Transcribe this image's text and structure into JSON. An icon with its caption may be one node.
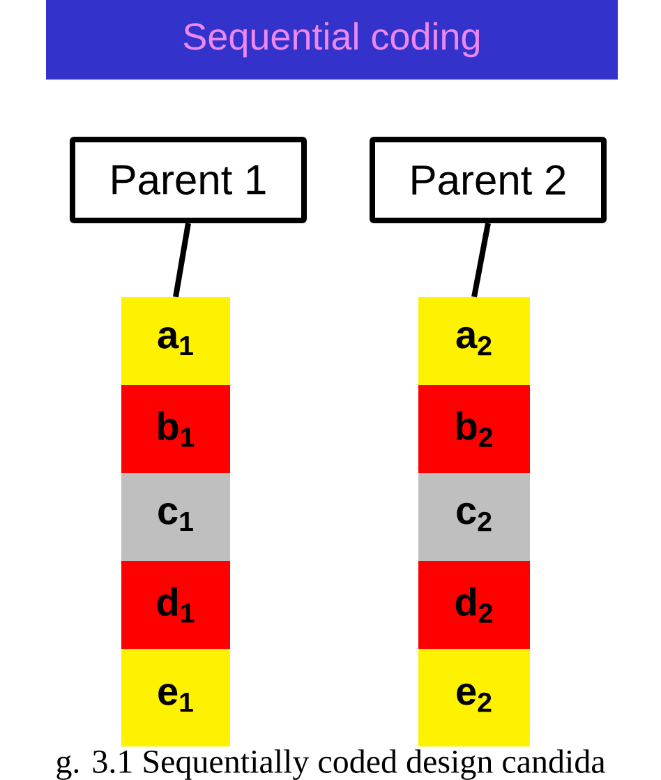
{
  "diagram": {
    "title": "Sequential coding",
    "caption": "g. 3.1 Sequentially coded design candida",
    "nodes": [
      {
        "text": [
          "Parent 1"
        ]
      },
      {
        "text": [
          "a$_{1}$"
        ]
      },
      {
        "text": [
          "b$_{1}$"
        ]
      },
      {
        "text": [
          "c$_{1}$"
        ]
      },
      {
        "text": [
          "d$_{1}$"
        ]
      },
      {
        "text": [
          "e$_{1}$"
        ]
      },
      {
        "text": [
          "Parent 2"
        ]
      },
      {
        "text": [
          "a$_{2}$"
        ]
      },
      {
        "text": [
          "b$_{2}$"
        ]
      },
      {
        "text": [
          "c$_{2}$"
        ]
      },
      {
        "text": [
          "d$_{2}$"
        ]
      },
      {
        "text": [
          "e$_{2}$"
        ]
      }
    ],
    "edges": [
      {
        "from": 0,
        "to": 1,
        "arrow": "none"
      },
      {
        "from": 6,
        "to": 7,
        "arrow": "none"
      }
    ]
  }
}
